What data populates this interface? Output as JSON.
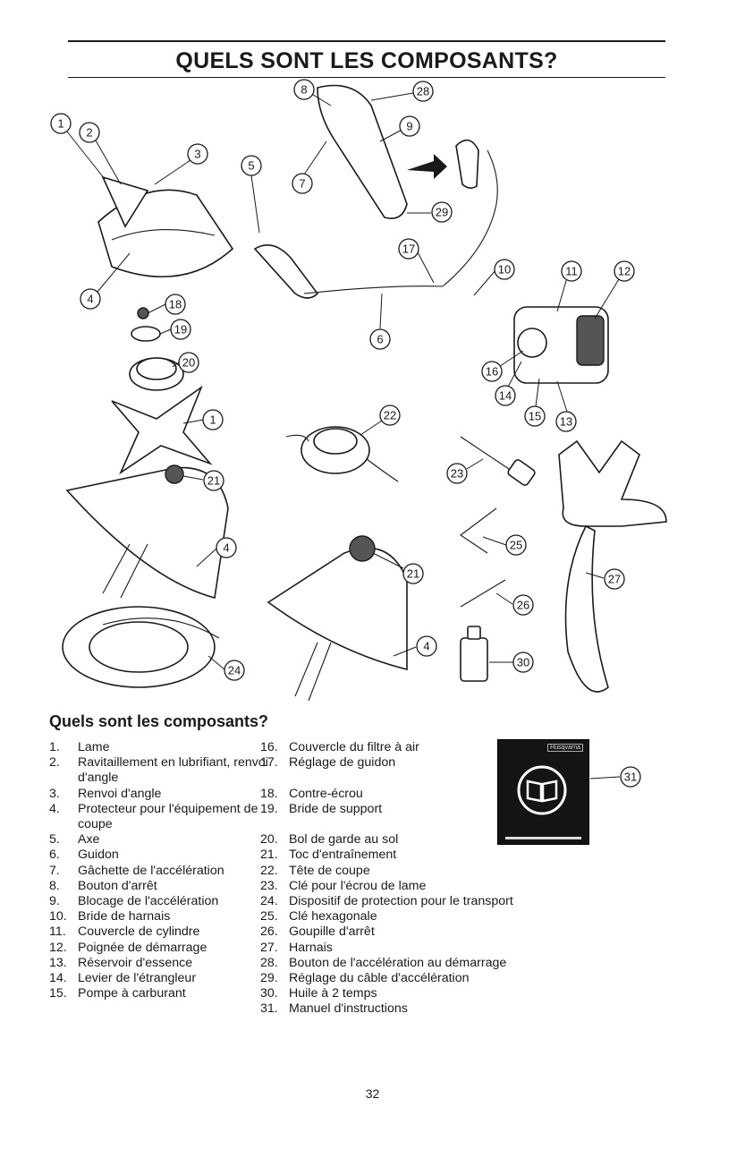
{
  "header": {
    "title": "QUELS SONT LES COMPOSANTS?"
  },
  "figure": {
    "callouts": [
      {
        "label": "1"
      },
      {
        "label": "2"
      },
      {
        "label": "3"
      },
      {
        "label": "4"
      },
      {
        "label": "5"
      },
      {
        "label": "6"
      },
      {
        "label": "7"
      },
      {
        "label": "8"
      },
      {
        "label": "9"
      },
      {
        "label": "10"
      },
      {
        "label": "11"
      },
      {
        "label": "12"
      },
      {
        "label": "13"
      },
      {
        "label": "14"
      },
      {
        "label": "15"
      },
      {
        "label": "16"
      },
      {
        "label": "17"
      },
      {
        "label": "18"
      },
      {
        "label": "19"
      },
      {
        "label": "20"
      },
      {
        "label": "1"
      },
      {
        "label": "21"
      },
      {
        "label": "4"
      },
      {
        "label": "22"
      },
      {
        "label": "23"
      },
      {
        "label": "25"
      },
      {
        "label": "26"
      },
      {
        "label": "27"
      },
      {
        "label": "21"
      },
      {
        "label": "4"
      },
      {
        "label": "24"
      },
      {
        "label": "30"
      },
      {
        "label": "28"
      },
      {
        "label": "29"
      }
    ],
    "manual_callout": "31",
    "manual_brand": "Husqvarna"
  },
  "parts_list": {
    "heading": "Quels sont les composants?",
    "left": [
      {
        "num": "1.",
        "text": "Lame"
      },
      {
        "num": "2.",
        "text": "Ravitaillement en lubrifiant, renvoi d'angle"
      },
      {
        "num": "3.",
        "text": "Renvoi d'angle"
      },
      {
        "num": "4.",
        "text": "Protecteur pour l'équipement de coupe"
      },
      {
        "num": "5.",
        "text": "Axe"
      },
      {
        "num": "6.",
        "text": "Guidon"
      },
      {
        "num": "7.",
        "text": "Gâchette de l'accélération"
      },
      {
        "num": "8.",
        "text": "Bouton d'arrêt"
      },
      {
        "num": "9.",
        "text": "Blocage de l'accélération"
      },
      {
        "num": "10.",
        "text": "Bride de harnais"
      },
      {
        "num": "11.",
        "text": "Couvercle de cylindre"
      },
      {
        "num": "12.",
        "text": "Poignée de démarrage"
      },
      {
        "num": "13.",
        "text": "Réservoir d'essence"
      },
      {
        "num": "14.",
        "text": "Levier de l'étrangleur"
      },
      {
        "num": "15.",
        "text": "Pompe à carburant"
      }
    ],
    "right": [
      {
        "num": "16.",
        "text": "Couvercle du filtre à air"
      },
      {
        "num": "17.",
        "text": "Réglage de guidon"
      },
      {
        "num": "18.",
        "text": "Contre-écrou"
      },
      {
        "num": "19.",
        "text": "Bride de support"
      },
      {
        "num": "20.",
        "text": "Bol de garde au sol"
      },
      {
        "num": "21.",
        "text": "Toc d'entraînement"
      },
      {
        "num": "22.",
        "text": "Tête de coupe"
      },
      {
        "num": "23.",
        "text": "Clé pour l'écrou de lame"
      },
      {
        "num": "24.",
        "text": "Dispositif de protection pour le transport"
      },
      {
        "num": "25.",
        "text": "Clé hexagonale"
      },
      {
        "num": "26.",
        "text": "Goupille d'arrêt"
      },
      {
        "num": "27.",
        "text": "Harnais"
      },
      {
        "num": "28.",
        "text": "Bouton de l'accélération au démarrage"
      },
      {
        "num": "29.",
        "text": "Réglage du câble d'accélération"
      },
      {
        "num": "30.",
        "text": "Huile à 2 temps"
      },
      {
        "num": "31.",
        "text": "Manuel d'instructions"
      }
    ]
  },
  "footer": {
    "page_number": "32"
  }
}
